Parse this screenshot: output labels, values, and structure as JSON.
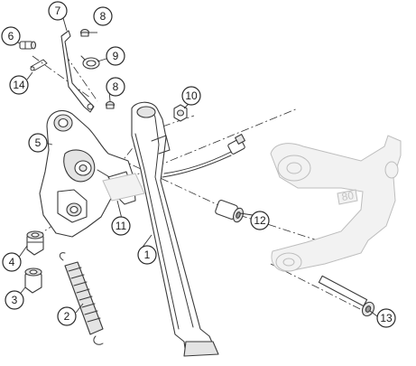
{
  "callouts": [
    {
      "id": "c1",
      "label": "1"
    },
    {
      "id": "c2",
      "label": "2"
    },
    {
      "id": "c3",
      "label": "3"
    },
    {
      "id": "c4",
      "label": "4"
    },
    {
      "id": "c5",
      "label": "5"
    },
    {
      "id": "c6",
      "label": "6"
    },
    {
      "id": "c7",
      "label": "7"
    },
    {
      "id": "c8a",
      "label": "8"
    },
    {
      "id": "c8b",
      "label": "8"
    },
    {
      "id": "c9",
      "label": "9"
    },
    {
      "id": "c10",
      "label": "10"
    },
    {
      "id": "c11",
      "label": "11"
    },
    {
      "id": "c12",
      "label": "12"
    },
    {
      "id": "c13",
      "label": "13"
    },
    {
      "id": "c14",
      "label": "14"
    }
  ],
  "colors": {
    "line": "#3a3a3a",
    "background": "#ffffff",
    "shade": "#e4e4e4"
  }
}
